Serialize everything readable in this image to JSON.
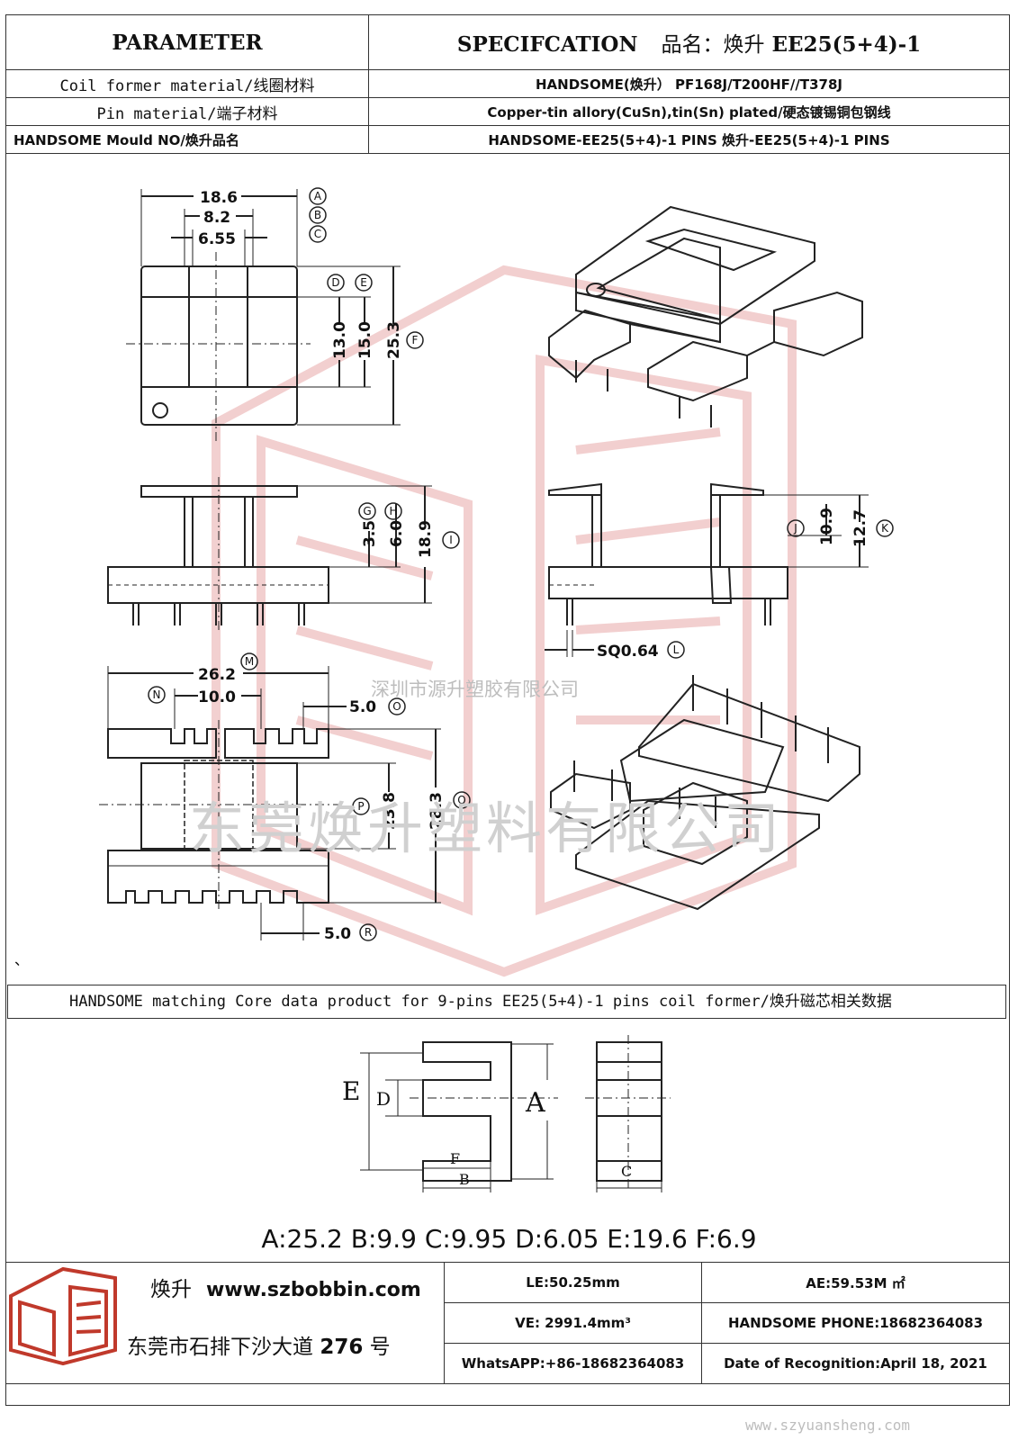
{
  "header": {
    "parameter": "PARAMETER",
    "specification": "SPECIFCATION",
    "product_name_label": "品名：焕升",
    "product_name_value": "EE25(5+4)-1"
  },
  "rows": [
    {
      "label": "Coil former material/线圈材料",
      "value": "HANDSOME(焕升）   PF168J/T200HF//T378J"
    },
    {
      "label": "Pin material/端子材料",
      "value": "Copper-tin allory(CuSn),tin(Sn) plated/硬态镀锡铜包钢线"
    },
    {
      "label": "HANDSOME Mould NO/焕升品名",
      "value": "HANDSOME-EE25(5+4)-1 PINS    焕升-EE25(5+4)-1 PINS"
    }
  ],
  "dimensions": {
    "A": "18.6",
    "B": "8.2",
    "C": "6.55",
    "D": "13.0",
    "E": "15.0",
    "F": "25.3",
    "G": "3.5",
    "H": "6.0",
    "I": "18.9",
    "J": "10.9",
    "K": "12.7",
    "L": "SQ0.64",
    "M": "26.2",
    "N": "10.0",
    "O": "5.0",
    "P": "23.8",
    "Q": "28.3",
    "R": "5.0"
  },
  "dimension_markers": [
    "A",
    "B",
    "C",
    "D",
    "E",
    "F",
    "G",
    "H",
    "I",
    "J",
    "K",
    "L",
    "M",
    "N",
    "O",
    "P",
    "Q",
    "R"
  ],
  "watermarks": {
    "company_small": "深圳市源升塑胶有限公司",
    "company_large": "东莞焕升塑料有限公司",
    "site": "www.szyuansheng.com"
  },
  "stray_mark": "、",
  "core": {
    "caption": "HANDSOME matching Core data  product for 9-pins EE25(5+4)-1 pins coil former/焕升磁芯相关数据",
    "letters": {
      "A": "A",
      "B": "B",
      "C": "C",
      "D": "D",
      "E": "E",
      "F": "F"
    },
    "values": "A:25.2 B:9.9 C:9.95 D:6.05 E:19.6 F:6.9"
  },
  "footer": {
    "brand": "焕升",
    "website": "www.szbobbin.com",
    "address_prefix": "东莞市石排下沙大道",
    "address_number": "276",
    "address_suffix": "号",
    "le": "LE:50.25mm",
    "ae": "AE:59.53M ㎡",
    "ve": "VE: 2991.4mm³",
    "phone": "HANDSOME PHONE:18682364083",
    "whatsapp": "WhatsAPP:+86-18682364083",
    "date": "Date of Recognition:April 18, 2021"
  },
  "colors": {
    "line": "#222222",
    "border": "#333333",
    "watermark_logo": "#e8b4b4"
  }
}
